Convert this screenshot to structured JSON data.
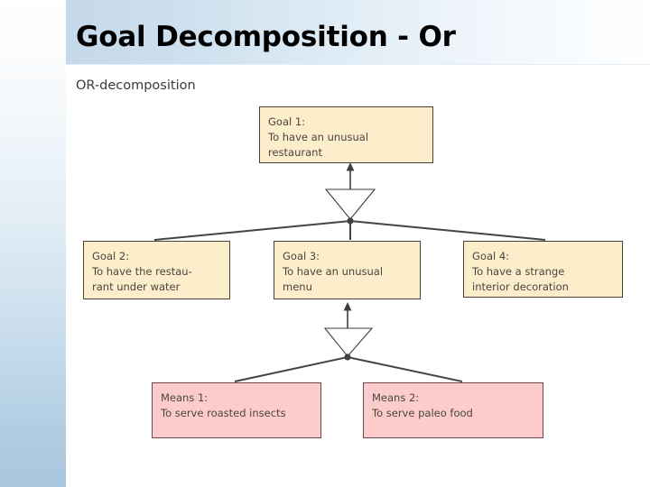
{
  "slide": {
    "title": "Goal Decomposition - Or",
    "subtitle": "OR-decomposition"
  },
  "colors": {
    "goal_fill": "#fceecb",
    "goal_border": "#4a4036",
    "means_fill": "#fccccc",
    "means_border": "#6a4a4a",
    "header_accent": "#c5d9ea",
    "line": "#444444",
    "text": "#4a453f"
  },
  "diagram": {
    "type": "or-decomposition-tree",
    "nodes": [
      {
        "id": "goal1",
        "kind": "goal",
        "label": "Goal 1:\nTo have an unusual\nrestaurant"
      },
      {
        "id": "goal2",
        "kind": "goal",
        "label": "Goal 2:\nTo have the restau-\nrant under water"
      },
      {
        "id": "goal3",
        "kind": "goal",
        "label": "Goal 3:\nTo have an unusual\nmenu"
      },
      {
        "id": "goal4",
        "kind": "goal",
        "label": "Goal 4:\nTo have a strange\ninterior decoration"
      },
      {
        "id": "means1",
        "kind": "means",
        "label": "Means 1:\nTo serve roasted insects"
      },
      {
        "id": "means2",
        "kind": "means",
        "label": "Means 2:\nTo serve paleo food"
      }
    ],
    "junctions": [
      {
        "id": "or-junction-top",
        "symbol": "or-triangle",
        "parent": "goal1",
        "children": [
          "goal2",
          "goal3",
          "goal4"
        ]
      },
      {
        "id": "or-junction-bottom",
        "symbol": "or-triangle",
        "parent": "goal3",
        "children": [
          "means1",
          "means2"
        ]
      }
    ]
  }
}
